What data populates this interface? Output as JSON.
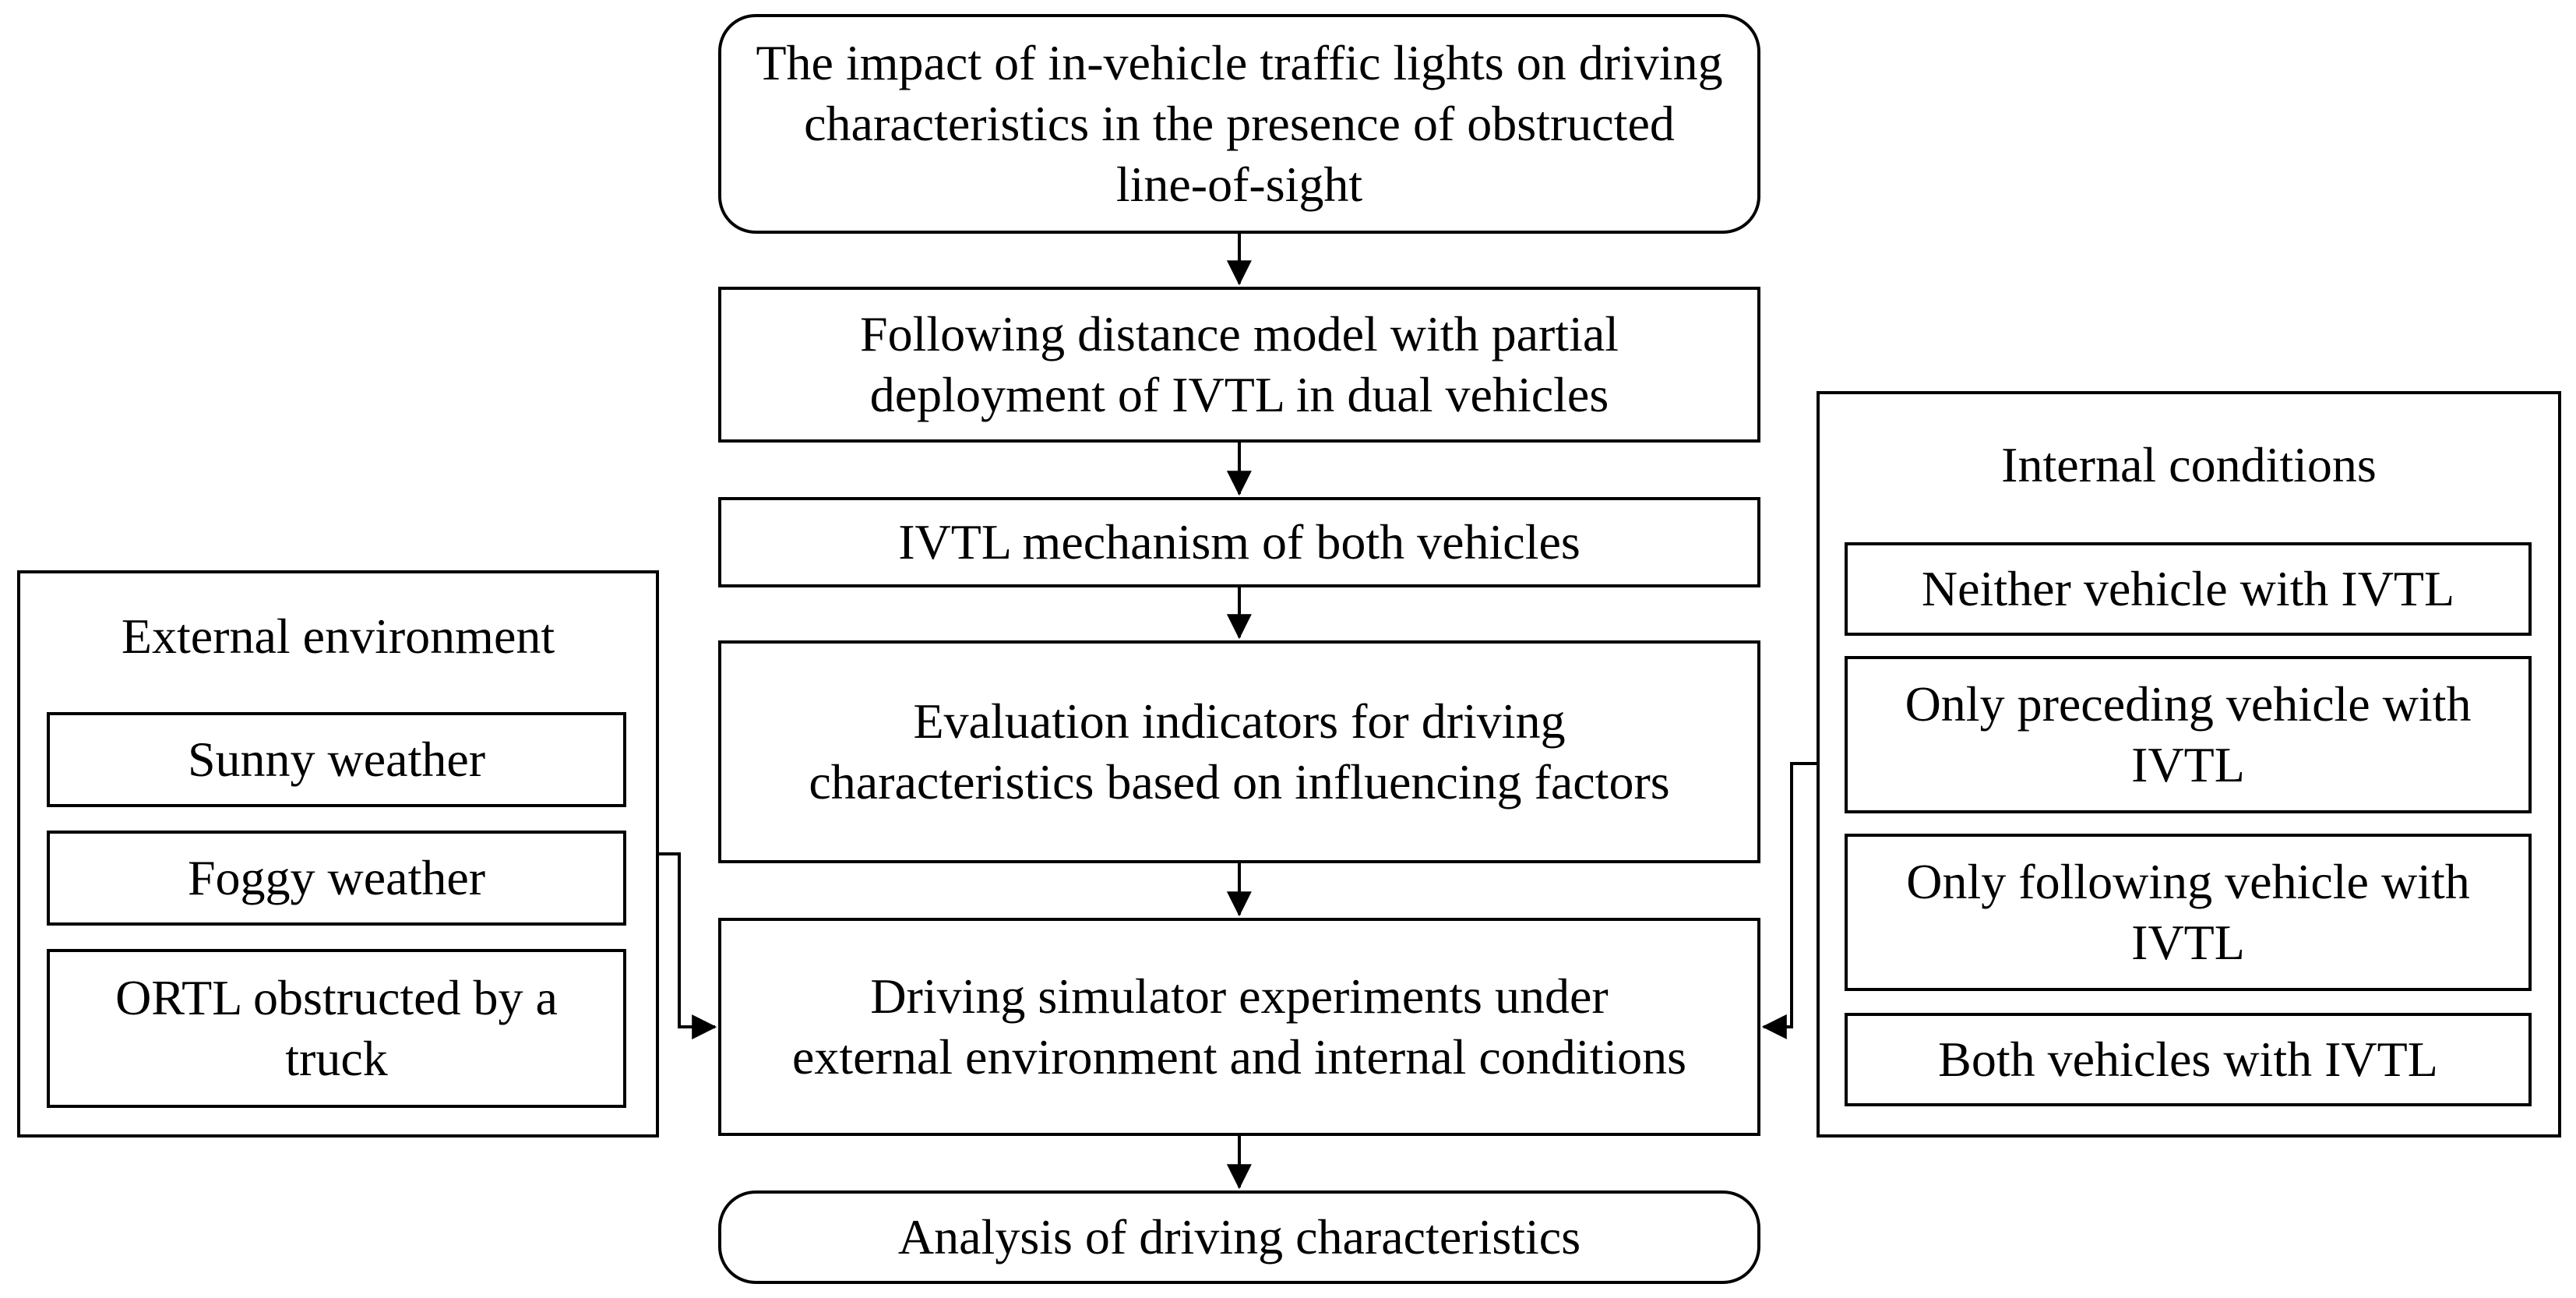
{
  "main_flow": {
    "topic": "The impact of in-vehicle traffic lights on driving characteristics in the presence of obstructed line-of-sight",
    "model": "Following distance model with partial deployment of IVTL in dual vehicles",
    "mechanism": "IVTL mechanism of both vehicles",
    "indicators": "Evaluation indicators for driving characteristics based on influencing factors",
    "experiments": "Driving simulator experiments under external environment and internal conditions",
    "analysis": "Analysis of driving characteristics"
  },
  "external_environment": {
    "title": "External environment",
    "items": [
      "Sunny weather",
      "Foggy weather",
      "ORTL obstructed by a truck"
    ]
  },
  "internal_conditions": {
    "title": "Internal conditions",
    "items": [
      "Neither vehicle with IVTL",
      "Only preceding vehicle with IVTL",
      "Only following vehicle with IVTL",
      "Both vehicles with IVTL"
    ]
  }
}
